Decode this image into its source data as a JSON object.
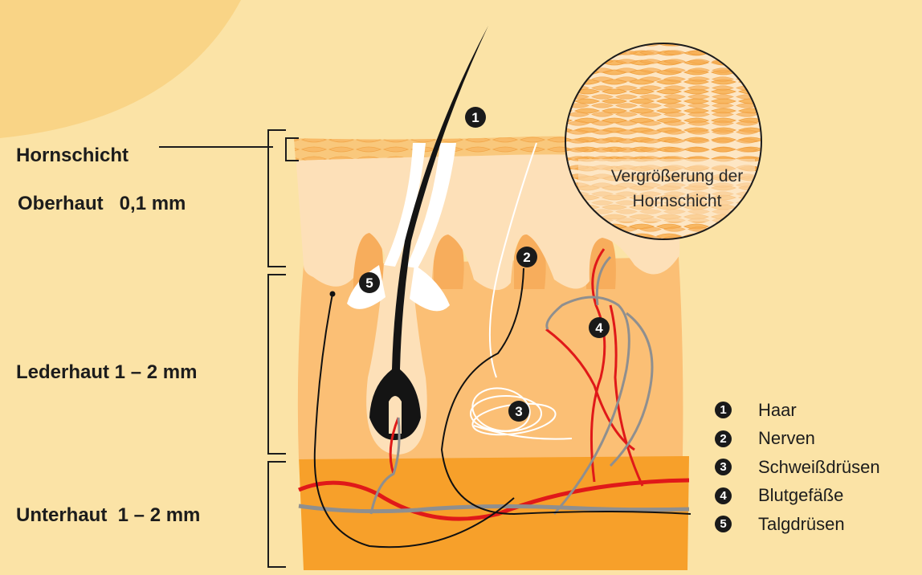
{
  "layers": {
    "hornschicht": "Hornschicht",
    "oberhaut": "Oberhaut   0,1 mm",
    "lederhaut": "Lederhaut 1 – 2 mm",
    "unterhaut": "Unterhaut  1 – 2 mm"
  },
  "zoom": {
    "line1": "Vergrößerung der",
    "line2": "Hornschicht"
  },
  "markers": [
    "1",
    "2",
    "3",
    "4",
    "5"
  ],
  "legend": [
    {
      "num": "1",
      "label": "Haar"
    },
    {
      "num": "2",
      "label": "Nerven"
    },
    {
      "num": "3",
      "label": "Schweißdrüsen"
    },
    {
      "num": "4",
      "label": "Blutgefäße"
    },
    {
      "num": "5",
      "label": "Talgdrüsen"
    }
  ],
  "colors": {
    "background": "#fbe3a6",
    "sun_glow": "#f9d486",
    "epidermis": "#fde0b8",
    "dermis": "#fbbf75",
    "subcutis": "#f7a02a",
    "blood_vessel": "#e01919",
    "vein_gray": "#8f8f8f",
    "hair": "#141414"
  }
}
